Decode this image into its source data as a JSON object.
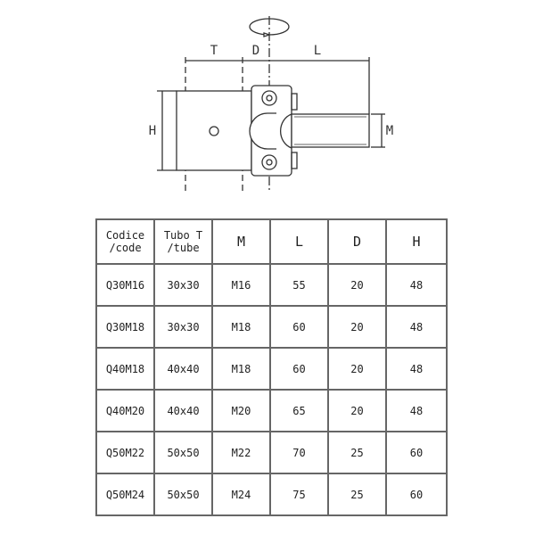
{
  "drawing": {
    "dim_T": "T",
    "dim_D": "D",
    "dim_L": "L",
    "dim_H": "H",
    "dim_M": "M"
  },
  "table": {
    "headers": [
      {
        "line1": "Codice",
        "line2": "/code"
      },
      {
        "line1": "Tubo T",
        "line2": "/tube"
      },
      "M",
      "L",
      "D",
      "H"
    ],
    "rows": [
      [
        "Q30M16",
        "30x30",
        "M16",
        "55",
        "20",
        "48"
      ],
      [
        "Q30M18",
        "30x30",
        "M18",
        "60",
        "20",
        "48"
      ],
      [
        "Q40M18",
        "40x40",
        "M18",
        "60",
        "20",
        "48"
      ],
      [
        "Q40M20",
        "40x40",
        "M20",
        "65",
        "20",
        "48"
      ],
      [
        "Q50M22",
        "50x50",
        "M22",
        "70",
        "25",
        "60"
      ],
      [
        "Q50M24",
        "50x50",
        "M24",
        "75",
        "25",
        "60"
      ]
    ]
  }
}
